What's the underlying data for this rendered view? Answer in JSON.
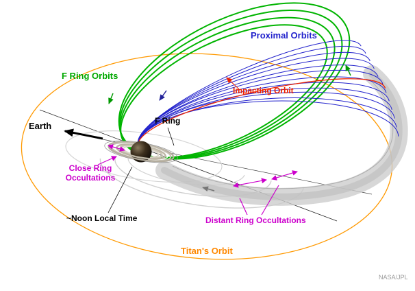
{
  "diagram": {
    "credit": "NASA/JPL",
    "labels": {
      "proximal_orbits": "Proximal Orbits",
      "f_ring_orbits": "F Ring Orbits",
      "impacting_orbit": "Impacting Orbit",
      "earth": "Earth",
      "f_ring": "F Ring",
      "close_ring_occultations_line1": "Close Ring",
      "close_ring_occultations_line2": "Occultations",
      "noon_local_time": "~Noon Local Time",
      "distant_ring_occultations": "Distant Ring Occultations",
      "titans_orbit": "Titan's Orbit"
    },
    "colors": {
      "proximal_orbits_blue": "#2222cc",
      "f_ring_orbits_green": "#00b400",
      "impacting_orbit_red": "#ee2200",
      "occultations_magenta": "#cc00cc",
      "titans_orbit_orange": "#ff9900",
      "ring_plane_gray": "#cccccc",
      "earth_arrow_black": "#000000"
    }
  }
}
